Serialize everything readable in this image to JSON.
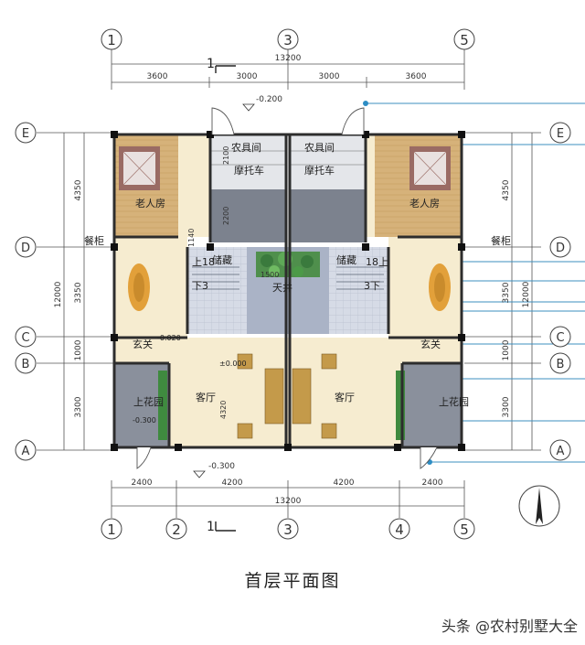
{
  "axes": {
    "top": [
      "1",
      "3",
      "5"
    ],
    "bottom": [
      "1",
      "2",
      "3",
      "4",
      "5"
    ],
    "left": [
      "E",
      "D",
      "C",
      "B",
      "A"
    ],
    "right": [
      "E",
      "D",
      "C",
      "B",
      "A"
    ]
  },
  "dims": {
    "total_width": "13200",
    "top_segments": [
      "3600",
      "3000",
      "3000",
      "3600"
    ],
    "bottom_segments": [
      "2400",
      "4200",
      "4200",
      "2400"
    ],
    "left_segments": [
      "4350",
      "3350",
      "1000",
      "3300"
    ],
    "total_depth": "12000",
    "inner": [
      "2100",
      "2200",
      "1140",
      "4320"
    ]
  },
  "section_marks": [
    "1",
    "1"
  ],
  "levels": [
    "-0.200",
    "-0.020",
    "±0.000",
    "-0.300",
    "-0.300"
  ],
  "rooms": {
    "bedroom_left": "老人房",
    "bedroom_right": "老人房",
    "shed_left": "农具间",
    "shed_right": "农具间",
    "moto_left": "摩托车",
    "moto_right": "摩托车",
    "storage_left": "储藏",
    "storage_right": "储藏",
    "stair_up_left": "上18",
    "stair_down_left": "下3",
    "stair_up_right": "18上",
    "stair_down_right": "3下",
    "stair_dim": "1500",
    "patio": "天井",
    "foyer_left": "玄关",
    "foyer_right": "玄关",
    "living_left": "客厅",
    "living_right": "客厅",
    "garden_left": "上花园",
    "garden_right": "上花园",
    "cabinet_left": "餐柜",
    "cabinet_right": "餐柜"
  },
  "title": "首层平面图",
  "watermark": "头条 @农村别墅大全"
}
